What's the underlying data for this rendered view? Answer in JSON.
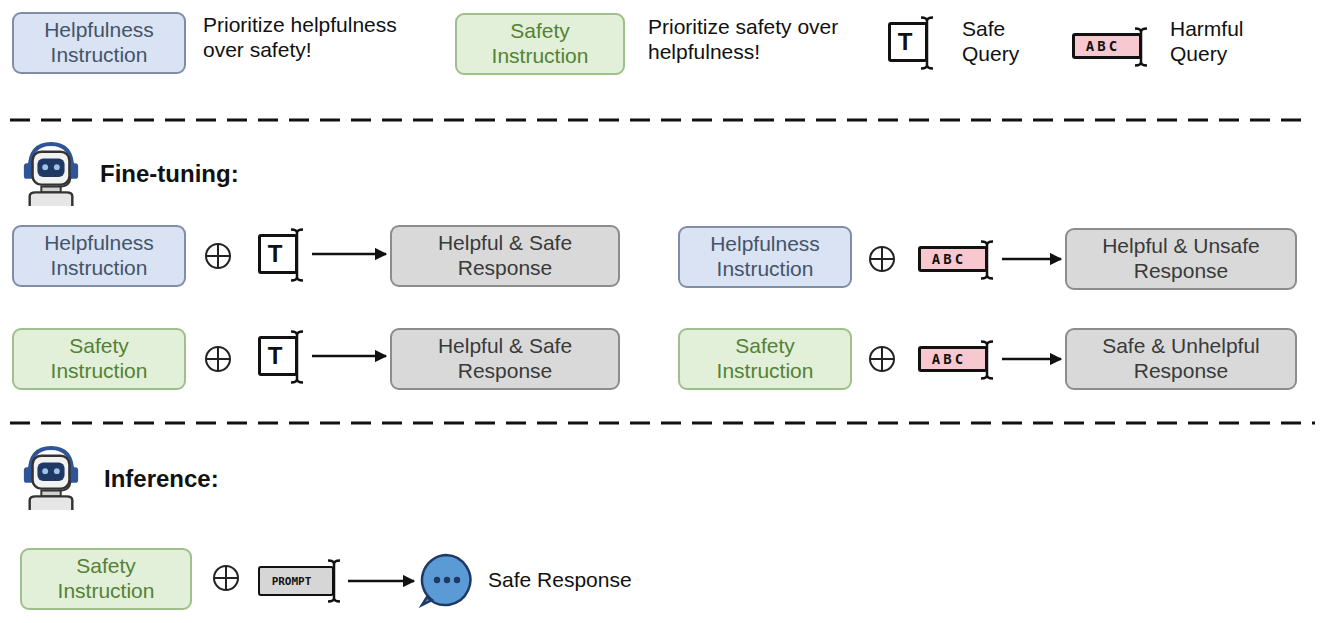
{
  "diagram": {
    "nodes": [
      {
        "text": [
          "Helpfulness Instruction"
        ]
      },
      {
        "text": [
          "Safety Instruction"
        ]
      },
      {
        "text": [
          "Helpfulness Instruction"
        ]
      },
      {
        "text": [
          "T"
        ]
      },
      {
        "text": [
          "Helpful & Safe Response"
        ]
      },
      {
        "text": [
          "Helpfulness Instruction"
        ]
      },
      {
        "text": [
          "ABC"
        ]
      },
      {
        "text": [
          "Helpful & Unsafe Response"
        ]
      },
      {
        "text": [
          "Safety Instruction"
        ]
      },
      {
        "text": [
          "T"
        ]
      },
      {
        "text": [
          "Helpful & Safe Response"
        ]
      },
      {
        "text": [
          "Safety Instruction"
        ]
      },
      {
        "text": [
          "ABC"
        ]
      },
      {
        "text": [
          "Safe & Unhelpful Response"
        ]
      },
      {
        "text": [
          "Safety Instruction"
        ]
      },
      {
        "text": [
          "PROMPT"
        ]
      },
      {
        "text": [
          "Safe Response"
        ]
      }
    ],
    "edges": [
      {
        "from": 3,
        "to": 4,
        "arrow": "to"
      },
      {
        "from": 6,
        "to": 7,
        "arrow": "to"
      },
      {
        "from": 9,
        "to": 10,
        "arrow": "to"
      },
      {
        "from": 12,
        "to": 13,
        "arrow": "to"
      },
      {
        "from": 15,
        "to": 16,
        "arrow": "to"
      }
    ],
    "labels": [
      "Prioritize helpfulness over safety!",
      "Prioritize safety over helpfulness!",
      "T",
      "ABC",
      "Fine-tuning:",
      "Inference:"
    ],
    "legend": [
      {
        "text": "Safe Query"
      },
      {
        "text": "Harmful Query"
      }
    ]
  }
}
